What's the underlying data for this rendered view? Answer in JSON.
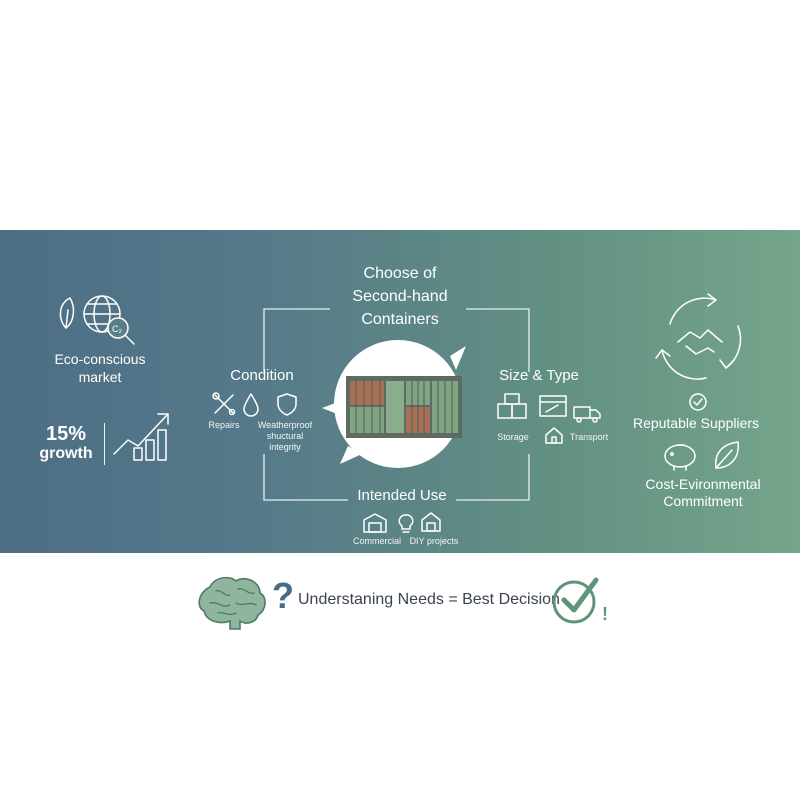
{
  "title": {
    "line1": "Choose of",
    "line2": "Second-hand",
    "line3": "Containers"
  },
  "market": {
    "label_line1": "Eco-conscious",
    "label_line2": "market"
  },
  "growth": {
    "value": "15%",
    "label": "growth"
  },
  "condition": {
    "title": "Condition",
    "repairs": "Repairs",
    "weatherproof": "Weatherproof",
    "structural": "shuctural",
    "integrity": "integrity"
  },
  "size_type": {
    "title": "Size & Type",
    "storage": "Storage",
    "transport": "Transport"
  },
  "intended_use": {
    "title": "Intended Use",
    "commercial": "Commercial",
    "diy": "DIY projects"
  },
  "suppliers": {
    "title": "Reputable Suppliers"
  },
  "commitment": {
    "line1": "Cost-Evironmental",
    "line2": "Commitment"
  },
  "bottom": {
    "text": "Understaning Needs = Best Decision",
    "question_mark": "?",
    "exclamation": "!"
  },
  "colors": {
    "band_left": "#4d6e84",
    "band_right": "#75a58c",
    "accent_green": "#5f9479",
    "container_green": "#7fa582",
    "container_rust": "#a86f55"
  }
}
